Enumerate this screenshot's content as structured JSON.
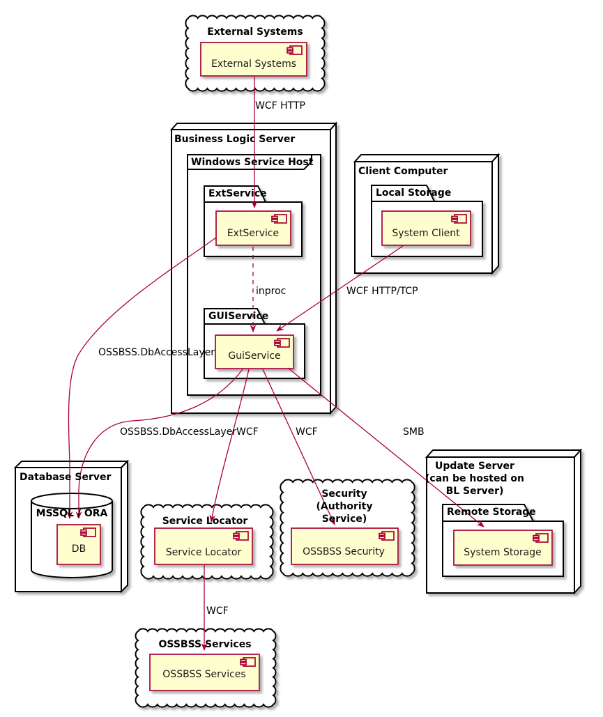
{
  "colors": {
    "component_fill": "#FEFECE",
    "accent": "#A80036",
    "shape_stroke": "#000000",
    "background": "#FFFFFF"
  },
  "clouds": {
    "external_systems": {
      "title": "External Systems",
      "component": "External Systems"
    },
    "service_locator": {
      "title": "Service Locator",
      "component": "Service Locator"
    },
    "security": {
      "title_lines": [
        "Security",
        "(Authority",
        "Service)"
      ],
      "component": "OSSBSS Security"
    },
    "ossbss_services": {
      "title": "OSSBSS Services",
      "component": "OSSBSS Services"
    }
  },
  "nodes": {
    "business_logic_server": {
      "title": "Business Logic Server"
    },
    "client_computer": {
      "title": "Client Computer"
    },
    "database_server": {
      "title": "Database Server",
      "db_label": "MSSQL / ORA",
      "component": "DB"
    },
    "update_server": {
      "title_lines": [
        "Update Server",
        "(can be hosted on",
        "BL Server)"
      ]
    }
  },
  "frames": {
    "windows_service_host": {
      "title": "Windows Service Host"
    }
  },
  "folders": {
    "extservice": {
      "title": "ExtService",
      "component": "ExtService"
    },
    "guiservice": {
      "title": "GUIService",
      "component": "GuiService"
    },
    "local_storage": {
      "title": "Local Storage",
      "component": "System Client"
    },
    "remote_storage": {
      "title": "Remote Storage",
      "component": "System Storage"
    }
  },
  "edge_labels": {
    "wcf_http": "WCF HTTP",
    "inproc": "inproc",
    "wcf_http_tcp": "WCF HTTP/TCP",
    "db_access_ext": "OSSBSS.DbAccessLayer",
    "db_access_gui": "OSSBSS.DbAccessLayer",
    "wcf_service_locator": "WCF",
    "wcf_security": "WCF",
    "smb": "SMB",
    "wcf_ossbss_services": "WCF"
  }
}
